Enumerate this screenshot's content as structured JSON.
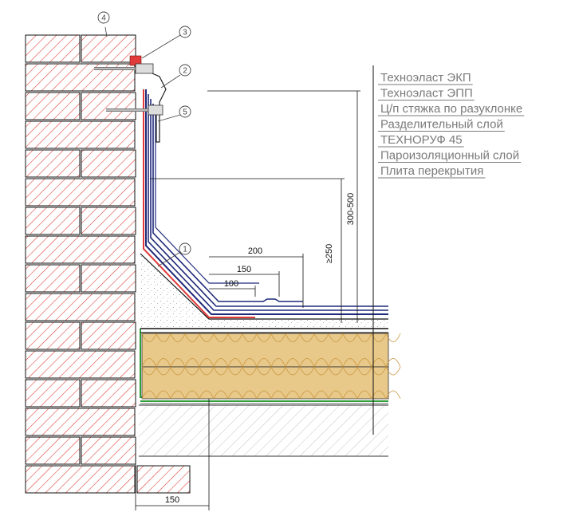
{
  "layers": [
    "Техноэласт ЭКП",
    "Техноэласт ЭПП",
    "Ц/п стяжка по разуклонке",
    "Разделительный слой",
    "ТЕХНОРУФ 45",
    "Пароизоляционный слой",
    "Плита перекрытия"
  ],
  "dimensions": {
    "overlap_200": "200",
    "overlap_150": "150",
    "overlap_100": "100",
    "height_min": "≥250",
    "height_range": "300-500",
    "bottom_width": "150"
  },
  "callouts": [
    "1",
    "2",
    "3",
    "4",
    "5"
  ],
  "colors": {
    "brick_hatch": "#d9362c",
    "membrane": "#1f2a7a",
    "primer": "#e03a3a",
    "vapor_barrier": "#2f9e3a",
    "insulation": "#e8c98a",
    "insulation_line": "#c9963e"
  }
}
